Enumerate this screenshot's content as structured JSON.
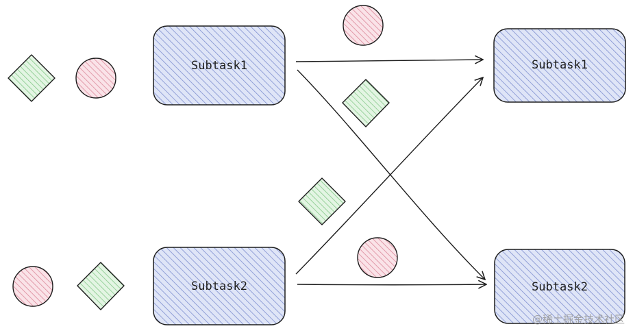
{
  "colors": {
    "box_fill": "#a5b4e0",
    "box_hatch": "#7f8fd0",
    "box_stroke": "#1e1e1e",
    "diamond_fill": "#c3ebc3",
    "diamond_hatch": "#86c98a",
    "circle_fill": "#f0b8c4",
    "circle_hatch": "#dc8a9c",
    "arrow_stroke": "#1e1e1e"
  },
  "nodes": {
    "source_1": {
      "label": "Subtask1"
    },
    "source_2": {
      "label": "Subtask2"
    },
    "target_1": {
      "label": "Subtask1"
    },
    "target_2": {
      "label": "Subtask2"
    }
  },
  "edges": [
    {
      "from": "source_1",
      "to": "target_1"
    },
    {
      "from": "source_1",
      "to": "target_2"
    },
    {
      "from": "source_2",
      "to": "target_1"
    },
    {
      "from": "source_2",
      "to": "target_2"
    }
  ],
  "watermark": "@稀土掘金技术社区"
}
